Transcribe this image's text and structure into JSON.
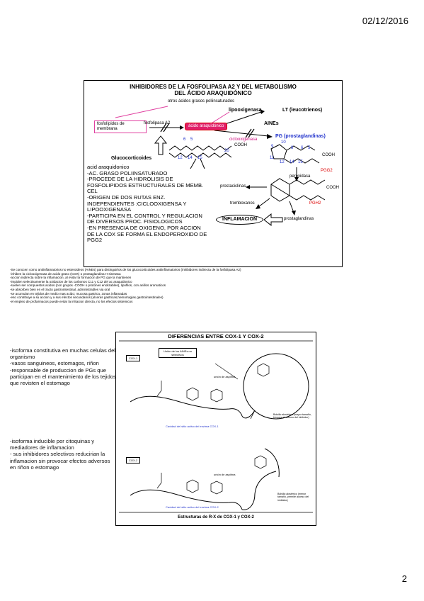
{
  "date": "02/12/2016",
  "page_number": "2",
  "slide1": {
    "title_line1": "INHIBIDORES DE LA FOSFOLIPASA A2 Y DEL METABOLISMO",
    "title_line2": "DEL ÁCIDO ARAQUIDÓNICO",
    "otros_acidos": "otros ácidos grasos poliinsaturados",
    "fosfolipidos": "fosfolípidos de membrana",
    "fosfolipasa": "fosfolipasa A2",
    "acido": "ácido araquidónico",
    "lipooxigenasa": "lipooxigenasa",
    "lt": "LT (leucotrienos)",
    "aines": "AINEs",
    "ciclooxigenasa": "ciclooxigenasa",
    "pg": "PG (prostaglandinas)",
    "glucocorticoides": "Glucocorticoides",
    "cooh": "COOH",
    "peroxidasa": "peroxidasa",
    "pgg2": "PGG2",
    "pgh2": "PGH2",
    "prostaciclinas": "prostaciclinas",
    "tromboxanos": "tromboxanos",
    "prostaglandinas": "prostaglandinas",
    "inflamacion": "INFLAMACIÓN",
    "nums": [
      "6",
      "5",
      "20",
      "12",
      "14",
      "15",
      "10",
      "9",
      "8",
      "6",
      "5",
      "11",
      "12",
      "14",
      "15"
    ],
    "notes": [
      "acid araquidonico",
      "-AC. GRASO POLIINSATURADO",
      "-PROCEDE DE LA HIDROLISIS DE FOSFOLIPIDOS ESTRUCTURALES DE MEMB. CEL",
      "-ORIGEN DE DOS RUTAS ENZ. INDEPENDIENTES :CICLOOXIGENSA Y LIPOOXIGENASA",
      "-PARTICIPA EN EL CONTROL Y REGULACION DE DIVERSOS PROC. FISIOLOGICOS",
      "-EN PRESENCIA DE OXIGENO, POR ACCION DE LA COX SE FORMA EL ENDOPEROXIDO DE PGG2"
    ]
  },
  "footnotes": [
    "-Se conocen como antiinflamatorios no esteroideos (AINEs) para distinguirlos de los glucocorticoides antiinflamatorios (inhibidores indirecta de la fosfolipasa A2)",
    "-inhiben la ciclooxigenasa de acido graso (COX) o prostaglandina H sinetasa",
    "-accion indirecta sobre la inflamacion, al evitar la formacion de PG que la mantienen",
    "-impiden selectivamente la oxidacion de los carbonos C11 y C12 del ac araquidonico",
    "-suelen ser compuestos acidos (con grupos -COOH o protones enolizables), lipofilos, con anillos aromaticos",
    "-se absorben bien en el tracto gastrointestinal, administrables via oral",
    "-se acumulan en tejidos de medio mas acido; mucosa gastrica, zonas inflamadas",
    "-eso contribuye a su accion y a sus efectos secundarios (ulceras gastricas,hemorragias gastrointestinales)",
    "-el empleo de profarmacos puede evitar la irritacion directa, no los efectos sistemicos"
  ],
  "slide2": {
    "title": "DIFERENCIAS ENTRE COX-1 Y COX-2",
    "cox1_label": "COX-1",
    "cox2_label": "COX-2",
    "union_aines": "Unión de los AINEs no selectivos",
    "union_aspirina": "unión de aspirina",
    "bolsillo1": "Bolsillo alostérico (mayor tamaño, bloquea el acceso del inhibidor)",
    "bolsillo2": "Bolsillo alostérico (menor tamaño, permite acceso del inhibidor)",
    "cavidad1": "Cavidad del sitio activo del enzima COX-1",
    "cavidad2": "Cavidad del sitio activo del enzima COX-2",
    "caption": "Estructuras de R-X de COX-1 y COX-2"
  },
  "side_notes": {
    "cox1": [
      "-isoforma constitutiva en muchas celulas del organismo",
      "-vasos sanguineos, estomagos, riñon",
      "-responsable de produccion de PGs que participan en el mantenimiento de los tejidos que revisten el estomago"
    ],
    "cox2": [
      "-isoforma inducible por citoquinas y mediadores de inflamacion",
      "- sus inhibidores selectivos reducirian la inflamacion sin provocar efectos adversos en riñon o estomago"
    ]
  }
}
